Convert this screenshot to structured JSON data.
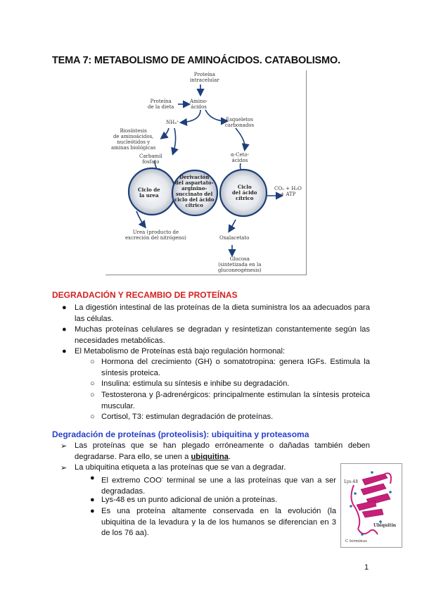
{
  "title": "TEMA 7: METABOLISMO DE AMINOÁCIDOS. CATABOLISMO.",
  "diagram": {
    "proteina_intracelular": "Proteína\nintracelular",
    "proteina_dieta": "Proteína\nde la dieta",
    "aminoacidos": "Amino-\nácidos",
    "nh4": "NH₄⁺",
    "esqueletos": "Esqueletos\ncarbonados",
    "biosintesis": "Biosíntesis\nde aminoácidos,\nnucleótidos y\naminas biológicas",
    "carbamil": "Carbamil\nfosfato",
    "cetoacidos": "α-Ceto-\nácidos",
    "ciclo_urea": "Ciclo de\nla urea",
    "derivacion": "Derivación\ndel aspartato-\narginino-\nsuccinato del\nciclo del ácido\ncítrico",
    "ciclo_acido": "Ciclo\ndel ácido\ncítrico",
    "co2": "CO₂ + H₂O\n+ ATP",
    "urea": "Urea (producto de\nexcreción del nitrógeno)",
    "oxalacetato": "Oxalacetato",
    "glucosa": "Glucosa\n(sintetizada en la\ngluconeogénesis)"
  },
  "section1": {
    "heading": "DEGRADACIÓN Y RECAMBIO DE PROTEÍNAS",
    "b1": "La digestión intestinal de las proteínas de la dieta suministra los aa adecuados para las células.",
    "b2": "Muchas proteínas celulares se degradan y resintetizan constantemente según las necesidades metabólicas.",
    "b3": "El Metabolismo de Proteínas está bajo regulación hormonal:",
    "s1": "Hormona del crecimiento (GH) o somatotropina: genera IGFs. Estimula la síntesis proteica.",
    "s2": "Insulina: estimula su síntesis e inhibe su degradación.",
    "s3": "Testosterona y β-adrenérgicos: principalmente estimulan la síntesis proteica muscular.",
    "s4": "Cortisol, T3: estimulan degradación de proteínas."
  },
  "section2": {
    "heading": "Degradación de proteínas (proteolisis): ubiquitina y proteasoma",
    "a1_pre": "Las proteínas que se han plegado erróneamente o dañadas también deben degradarse. Para ello, se unen a ",
    "a1_bold": "ubiquitina",
    "a1_post": ".",
    "a2": "La ubiquitina etiqueta a las proteínas que se van a degradar.",
    "c1_pre": "El extremo COO",
    "c1_sup": "-",
    "c1_post": " terminal se une a las proteínas que van a ser degradadas.",
    "c2": "Lys-48 es un punto adicional de unión a proteínas.",
    "c3": "Es una proteína altamente conservada en la evolución (la ubiquitina de la levadura y la de los humanos se diferencian en 3 de los 76 aa)."
  },
  "figure": {
    "lys": "Lys-48",
    "ubiquitin": "Ubiquitin",
    "cterm": "C terminus"
  },
  "page_number": "1"
}
